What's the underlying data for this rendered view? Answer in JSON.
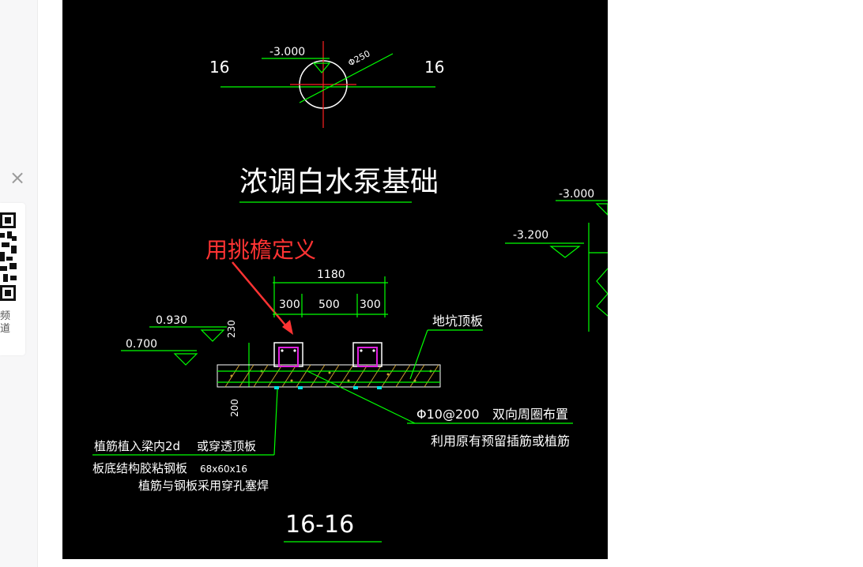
{
  "sidebar": {
    "close_label": "×",
    "qr_caption": "频道"
  },
  "drawing": {
    "top_section_left": "16",
    "top_section_right": "16",
    "top_elevation": "-3.000",
    "pipe_diameter": "Φ250",
    "title": "浓调白水泵基础",
    "annotation": "用挑檐定义",
    "dim_total": "1180",
    "dim_a": "300",
    "dim_b": "500",
    "dim_c": "300",
    "elev_0930": "0.930",
    "elev_0700": "0.700",
    "dim_230": "230",
    "dim_200": "200",
    "label_pit_slab": "地坑顶板",
    "rebar_spec": "Φ10@200",
    "rebar_layout": "双向周圈布置",
    "rebar_note": "利用原有预留插筋或植筋",
    "note_line1": "植筋植入梁内2d",
    "note_line1b": "或穿透顶板",
    "note_line2": "板底结构胶粘钢板",
    "note_line2b": "68x60x16",
    "note_line3": "植筋与钢板采用穿孔塞焊",
    "section_label": "16-16",
    "right_elev_1": "-3.000",
    "right_elev_2": "-3.200"
  }
}
